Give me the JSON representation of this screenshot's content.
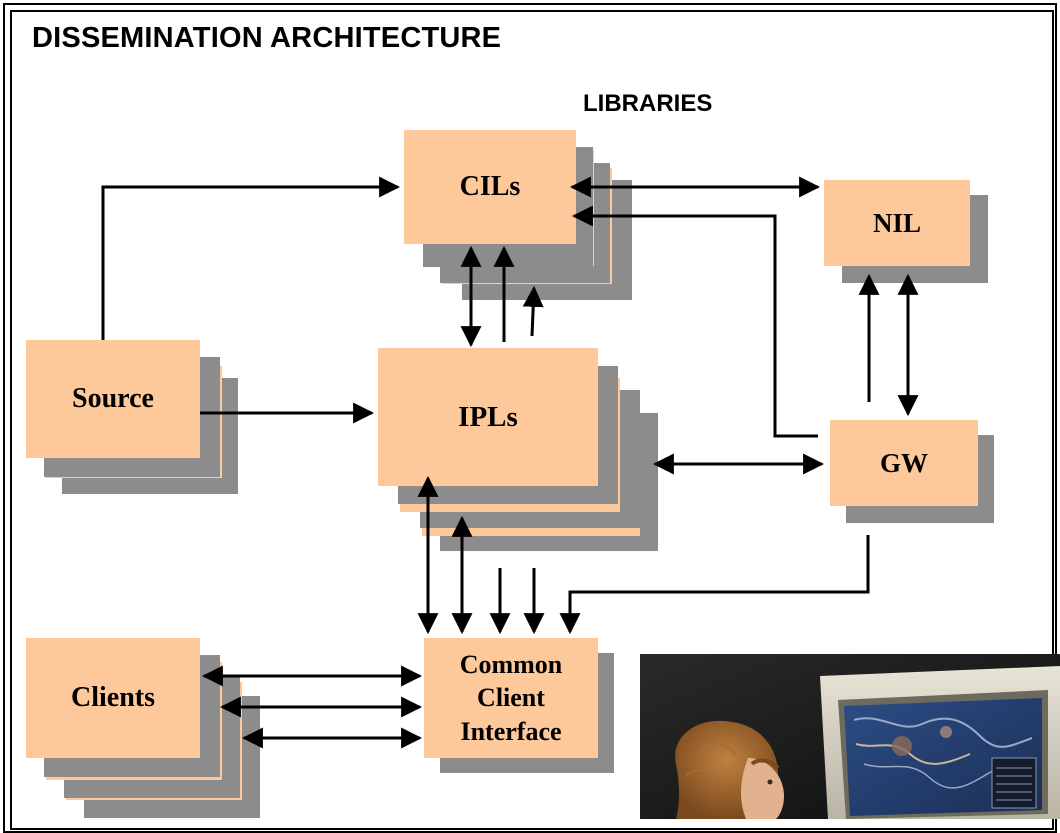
{
  "title": "DISSEMINATION ARCHITECTURE",
  "libraries_label": "LIBRARIES",
  "nodes": {
    "cils": "CILs",
    "nil": "NIL",
    "source": "Source",
    "ipls": "IPLs",
    "gw": "GW",
    "clients": "Clients",
    "cci_line1": "Common",
    "cci_line2": "Client",
    "cci_line3": "Interface"
  },
  "colors": {
    "box_fill": "#fdc89a",
    "box_shadow": "#8c8c8c",
    "line": "#000000"
  },
  "photo": {
    "description_icon": "operator-at-workstation-photo"
  }
}
